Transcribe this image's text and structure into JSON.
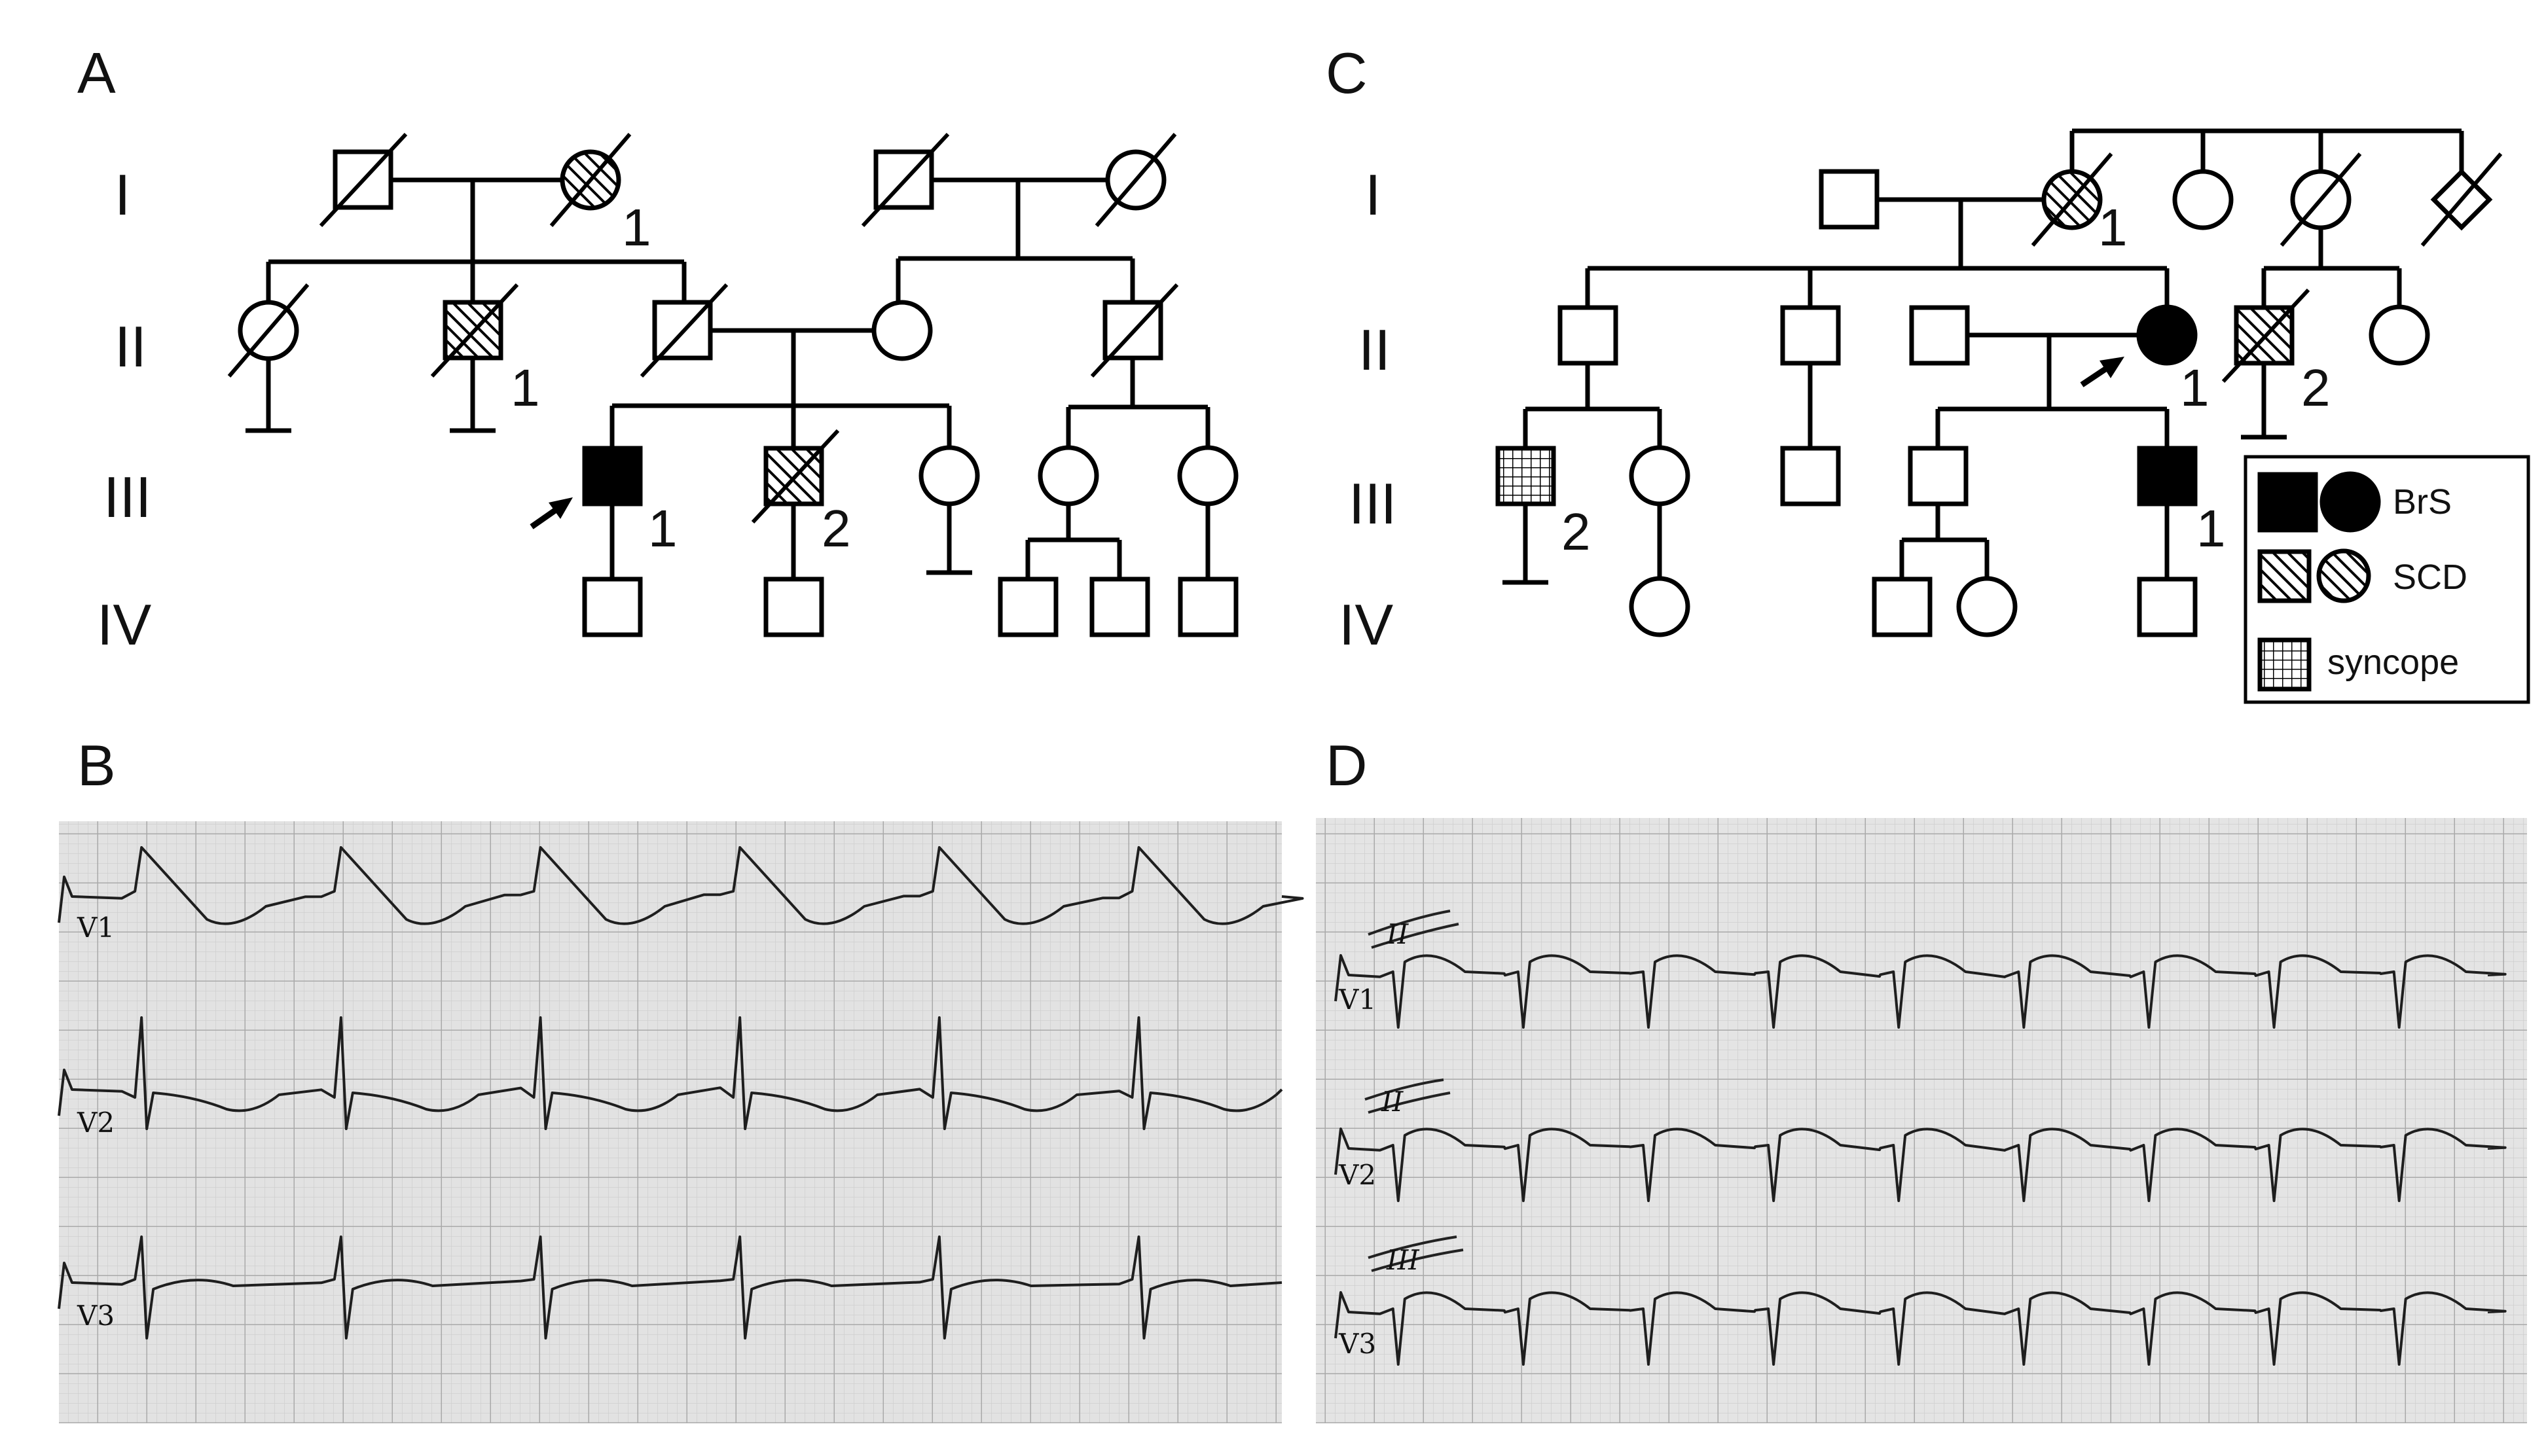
{
  "panels": {
    "A": {
      "label": "A",
      "generations": [
        "I",
        "II",
        "III",
        "IV"
      ]
    },
    "B": {
      "label": "B",
      "leads": [
        "V1",
        "V2",
        "V3"
      ]
    },
    "C": {
      "label": "C",
      "generations": [
        "I",
        "II",
        "III",
        "IV"
      ]
    },
    "D": {
      "label": "D",
      "leads": [
        "V1",
        "V2",
        "V3"
      ],
      "lead_marks": [
        "II",
        "II",
        "III"
      ]
    }
  },
  "pedigree_A_numbers": [
    "1",
    "1",
    "1",
    "2"
  ],
  "pedigree_C_numbers": [
    "1",
    "1",
    "2",
    "2",
    "1"
  ],
  "legend": {
    "brs": "BrS",
    "scd": "SCD",
    "syncope": "syncope"
  },
  "colors": {
    "affected": "#000000",
    "background": "#ffffff",
    "ecg_grid": "#c8c8c8",
    "ecg_paper": "#e2e2e2"
  }
}
